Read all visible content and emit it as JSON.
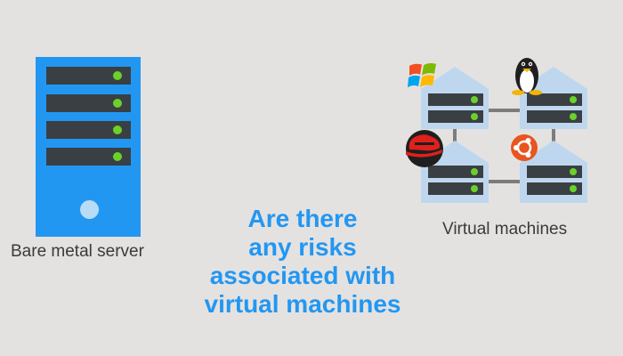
{
  "bare_metal": {
    "label": "Bare metal server",
    "slot_count": 4
  },
  "headline": {
    "lines": [
      "Are there",
      "any risks",
      "associated with",
      "virtual machines"
    ]
  },
  "virtual_machines": {
    "label": "Virtual machines",
    "icons": [
      "windows-logo-icon",
      "linux-tux-icon",
      "redhat-logo-icon",
      "ubuntu-logo-icon"
    ]
  },
  "colors": {
    "background": "#e4e2e1",
    "server_blue": "#2297f2",
    "slot_dark": "#3a3f44",
    "led_green": "#6ad12a",
    "vm_fill": "#bfd7ee",
    "connector": "#7c7c7c",
    "headline": "#2297f2"
  }
}
